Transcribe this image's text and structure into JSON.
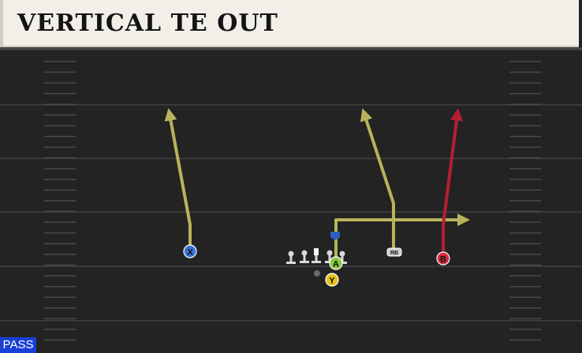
{
  "play": {
    "title": "VERTICAL TE OUT",
    "type_badge": "PASS"
  },
  "players": [
    {
      "id": "X",
      "label": "X",
      "color": "#3b73d8",
      "route": "vertical"
    },
    {
      "id": "A",
      "label": "A",
      "color": "#8dc63f",
      "route": "out"
    },
    {
      "id": "Y",
      "label": "Y",
      "color": "#e8c21a",
      "route": "none"
    },
    {
      "id": "RB",
      "label": "RB",
      "color": "#cfcfcf",
      "route": "vertical"
    },
    {
      "id": "B",
      "label": "B",
      "color": "#d42a3c",
      "route": "vertical"
    }
  ],
  "colors": {
    "route_standard": "#b8b35a",
    "route_primary": "#b51f32",
    "field": "#232323",
    "field_lines": "#3a3a3a",
    "hash_marks": "#4a4a4a",
    "qb_marker": "#2f5fbf",
    "lineman": "#d9d9d9",
    "ball": "#f5f5f5",
    "badge": "#1a3fd6"
  }
}
